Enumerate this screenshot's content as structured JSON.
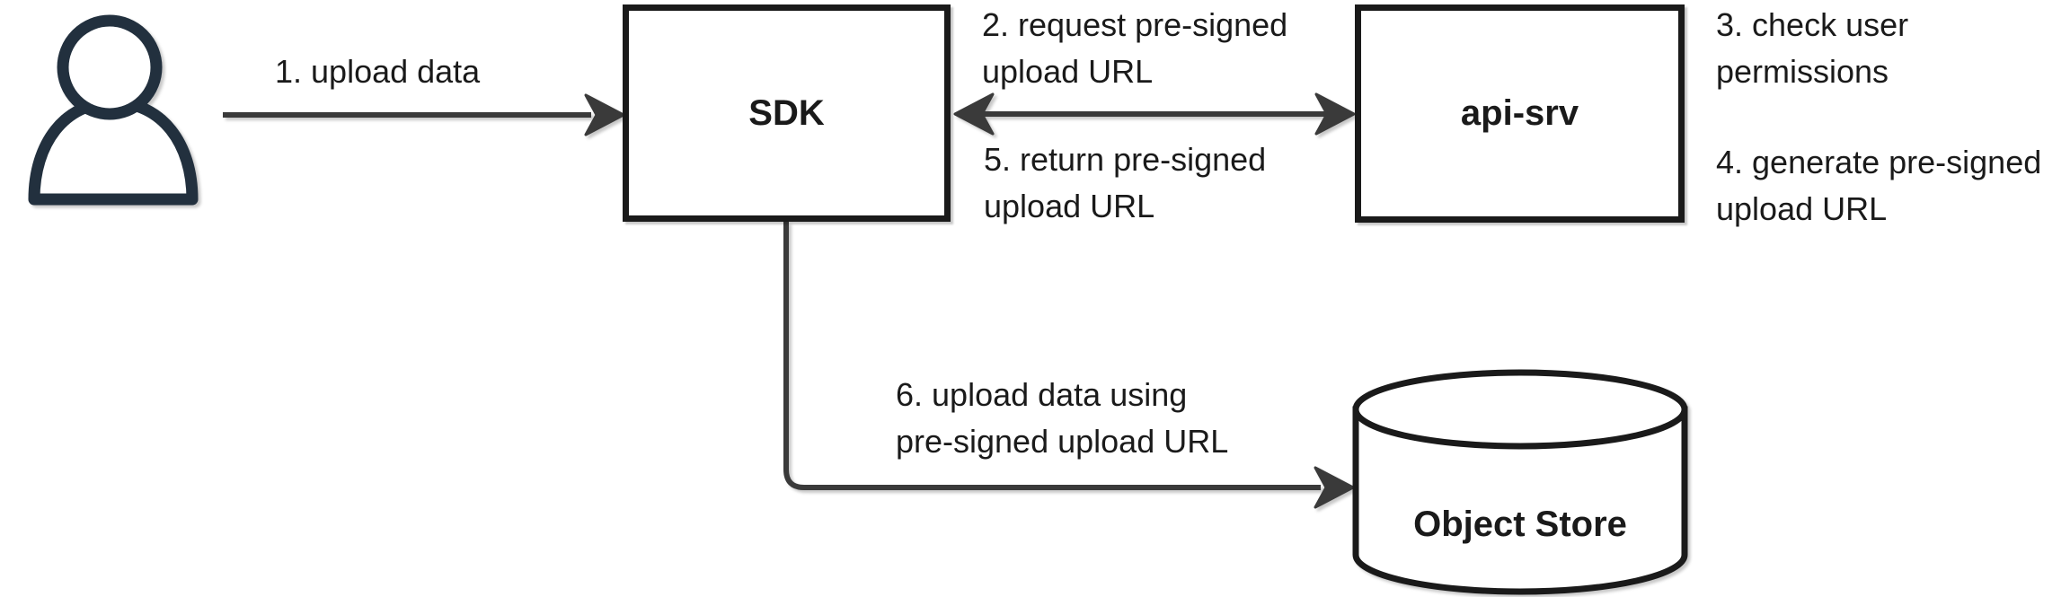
{
  "diagram": {
    "background": "#ffffff",
    "colors": {
      "node_border": "#1a1a1a",
      "node_fill": "#ffffff",
      "arrow": "#3a3a3a",
      "person_icon": "#22303e",
      "text": "#1a1a1a"
    },
    "nodes": {
      "user": {
        "icon": "person-icon"
      },
      "sdk": {
        "label": "SDK"
      },
      "api_srv": {
        "label": "api-srv"
      },
      "object_store": {
        "label": "Object Store"
      }
    },
    "labels": {
      "step1": {
        "line1": "1. upload data"
      },
      "step2": {
        "line1": "2. request pre-signed",
        "line2": "upload URL"
      },
      "step3": {
        "line1": "3. check user",
        "line2": "permissions"
      },
      "step4": {
        "line1": "4. generate pre-signed",
        "line2": "upload URL"
      },
      "step5": {
        "line1": "5. return pre-signed",
        "line2": "upload URL"
      },
      "step6": {
        "line1": "6. upload data using",
        "line2": "pre-signed upload URL"
      }
    }
  }
}
